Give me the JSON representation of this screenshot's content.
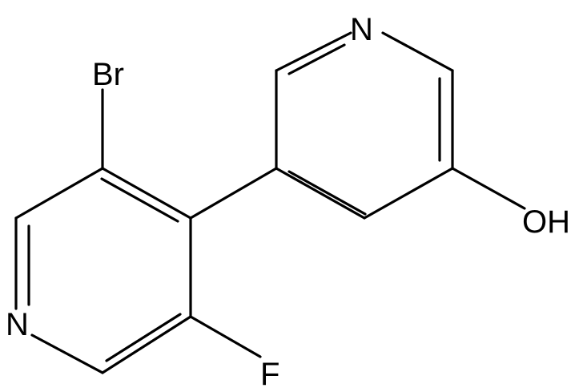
{
  "structure": {
    "atoms": {
      "N_top": "N",
      "O_hydroxyl": "OH",
      "Br": "Br",
      "N_left": "N",
      "F": "F"
    }
  }
}
